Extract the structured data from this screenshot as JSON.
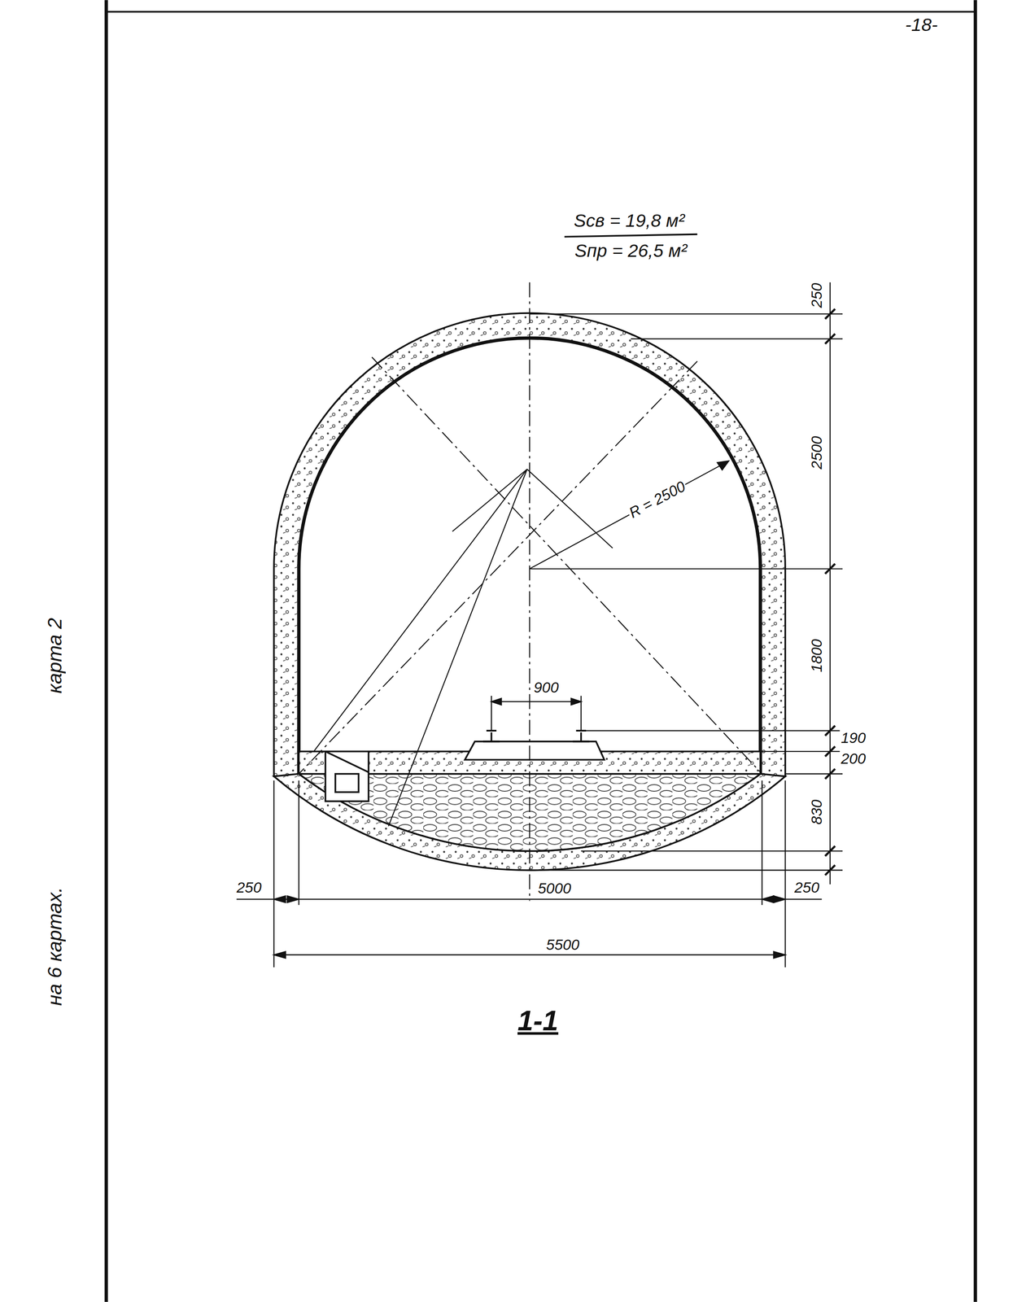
{
  "diagram": {
    "caption": "1-1",
    "labels": [
      "-18-",
      "Sсв = 19,8 м²",
      "Sпр = 26,5 м²",
      "250",
      "2500",
      "1800",
      "190",
      "200",
      "830",
      "R = 2500",
      "900",
      "250",
      "5000",
      "250",
      "5500",
      "карта 2",
      "на 6 картах."
    ]
  }
}
